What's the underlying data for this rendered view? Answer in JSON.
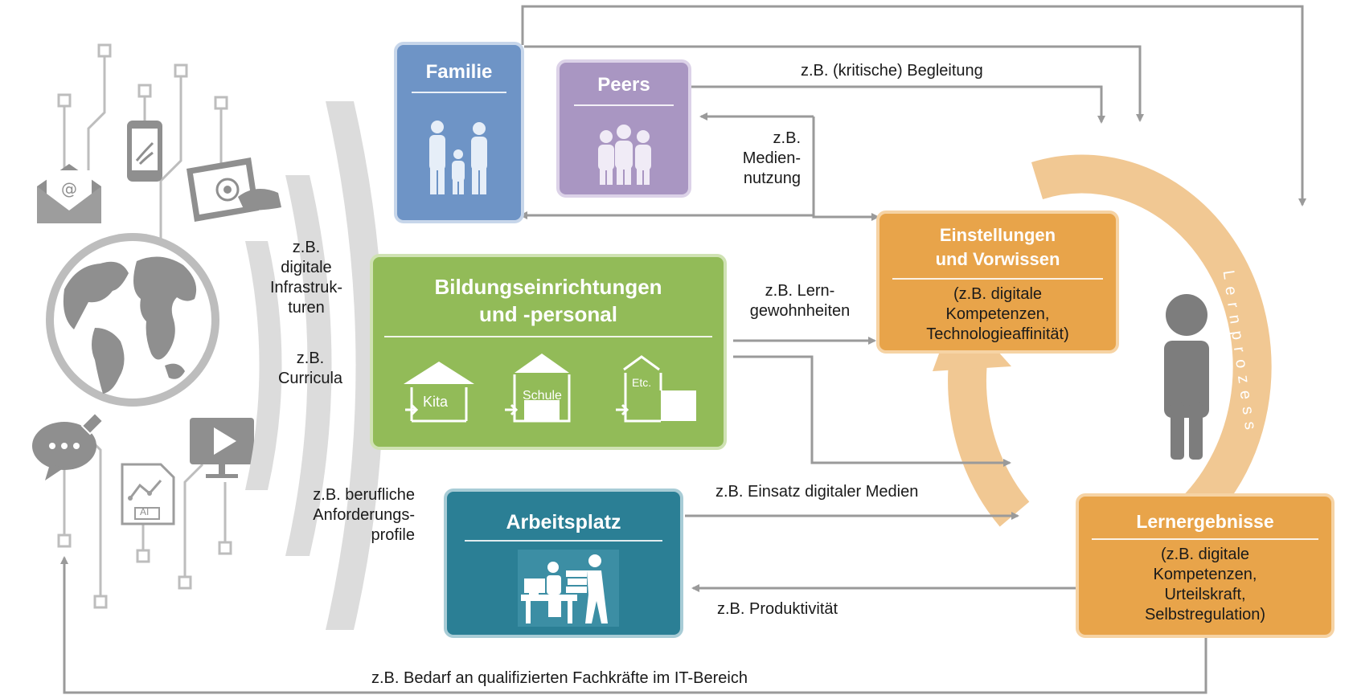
{
  "boxes": {
    "familie": "Familie",
    "peers": "Peers",
    "bildung_line1": "Bildungseinrichtungen",
    "bildung_line2": "und -personal",
    "arbeitsplatz": "Arbeitsplatz",
    "einstellungen_line1": "Einstellungen",
    "einstellungen_line2": "und Vorwissen",
    "einstellungen_sub": [
      "(z.B. digitale",
      "Kompetenzen,",
      "Technologieaffinität)"
    ],
    "lernergebnisse": "Lernergebnisse",
    "lernergebnisse_sub": [
      "(z.B. digitale",
      "Kompetenzen,",
      "Urteilskraft,",
      "Selbstregulation)"
    ]
  },
  "facilities": [
    "Kita",
    "Schule",
    "Etc."
  ],
  "icon_labels": {
    "ai": "AI"
  },
  "cycle_label": "Lernprozess",
  "labels": {
    "begleitung": "z.B. (kritische) Begleitung",
    "mediennutzung": [
      "z.B.",
      "Medien-",
      "nutzung"
    ],
    "lerngewohnheiten": [
      "z.B. Lern-",
      "gewohnheiten"
    ],
    "infrastrukturen": [
      "z.B.",
      "digitale",
      "Infrastruk-",
      "turen"
    ],
    "curricula": [
      "z.B.",
      "Curricula"
    ],
    "anforderungsprofile": [
      "z.B. berufliche",
      "Anforderungs-",
      "profile"
    ],
    "einsatz": "z.B. Einsatz digitaler Medien",
    "produktivitaet": "z.B. Produktivität",
    "bedarf": "z.B. Bedarf an qualifizierten Fachkräfte im IT-Bereich"
  },
  "colors": {
    "familie": "#6e94c6",
    "peers": "#a996c2",
    "bildung": "#92bb58",
    "arbeitsplatz": "#2b7f95",
    "orange": "#e8a44a",
    "ring": "#f1c893",
    "arrow": "#9a9a9a",
    "icon": "#8f8f8f"
  }
}
